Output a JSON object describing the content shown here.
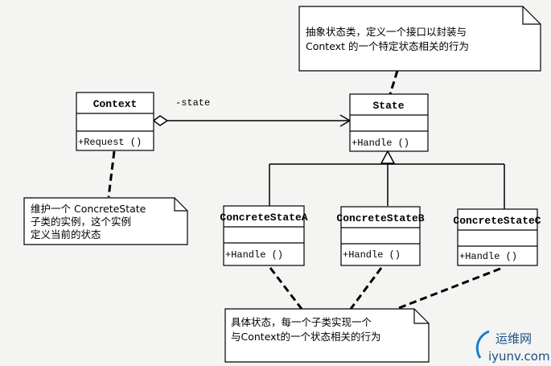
{
  "classes": {
    "context": {
      "name": "Context",
      "operation": "+Request ()"
    },
    "state": {
      "name": "State",
      "operation": "+Handle ()"
    },
    "concrete_a": {
      "name": "ConcreteStateA",
      "operation": "+Handle ()"
    },
    "concrete_b": {
      "name": "ConcreteStateB",
      "operation": "+Handle ()"
    },
    "concrete_c": {
      "name": "ConcreteStateC",
      "operation": "+Handle ()"
    }
  },
  "association_label": "-state",
  "notes": {
    "state_note": [
      "抽象状态类，定义一个接口以封装与",
      "Context 的一个特定状态相关的行为"
    ],
    "context_note": [
      "维护一个 ConcreteState",
      "子类的实例，这个实例",
      "定义当前的状态"
    ],
    "concrete_note": [
      "具体状态，每一个子类实现一个",
      "与Context的一个状态相关的行为"
    ]
  },
  "watermark": {
    "name": "运维网",
    "url": "iyunv.com"
  }
}
